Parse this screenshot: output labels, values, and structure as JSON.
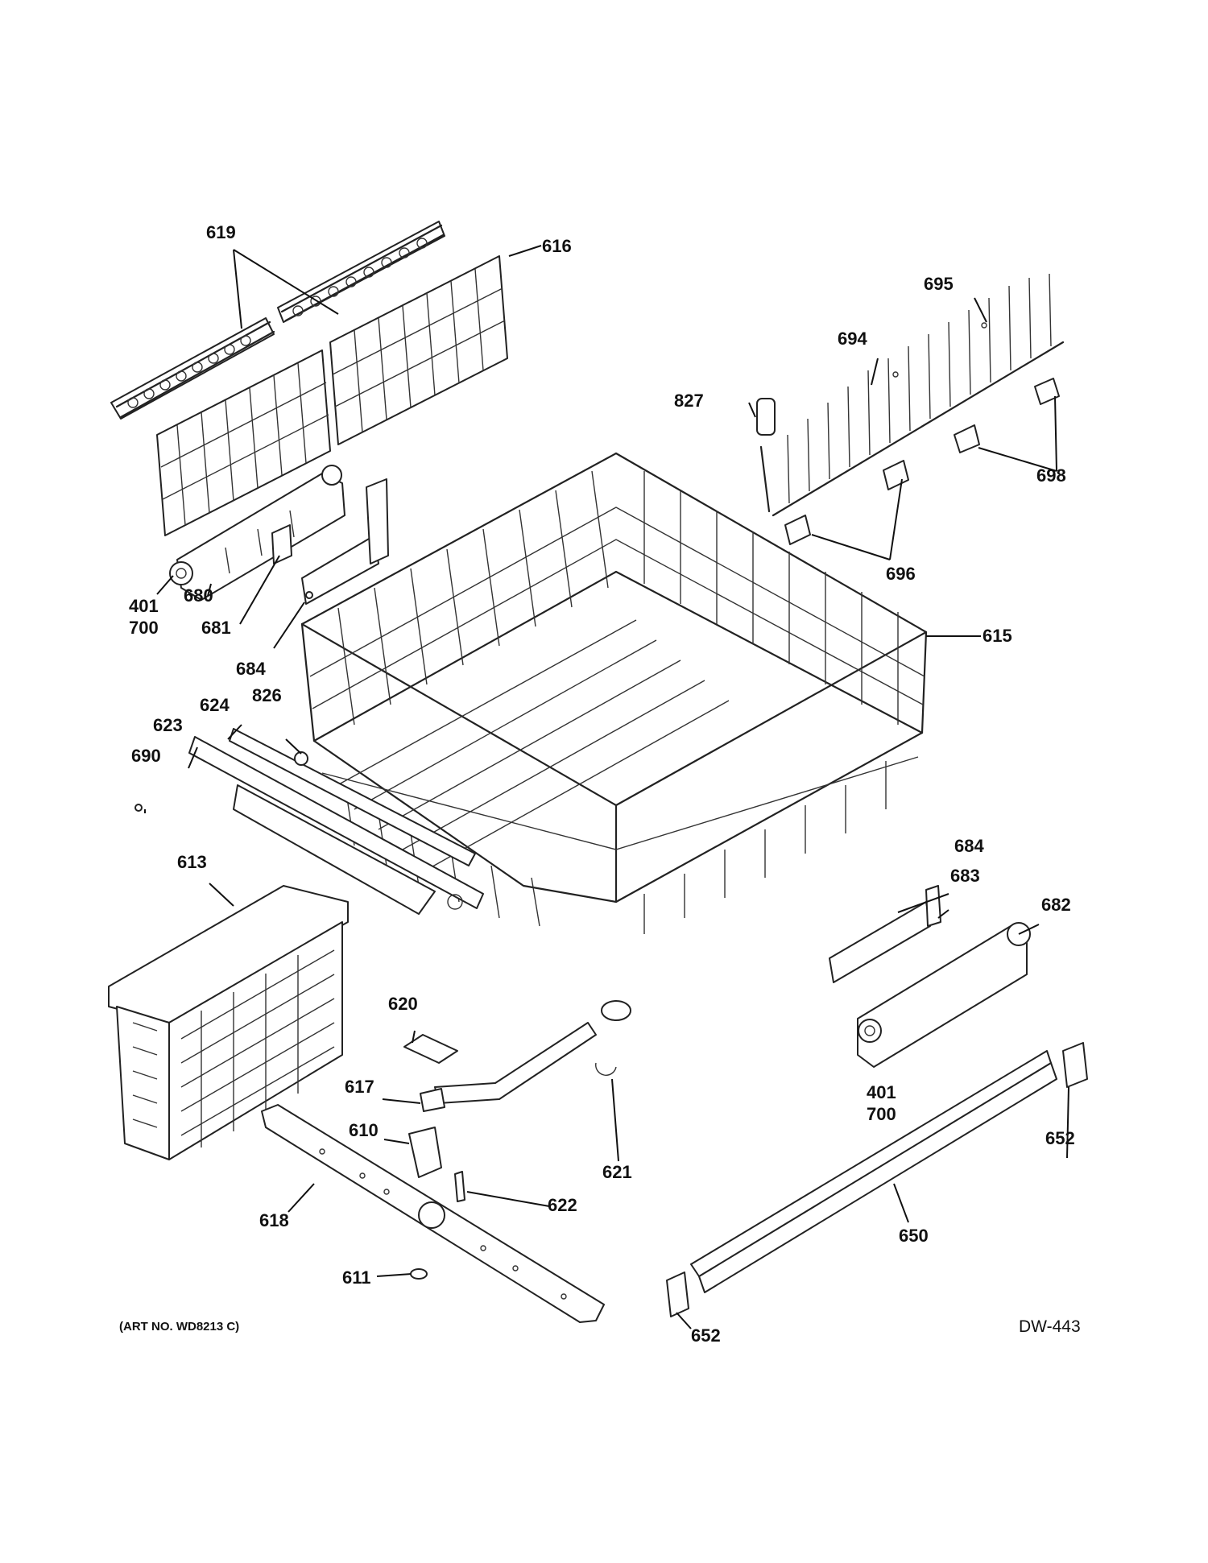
{
  "labels": {
    "p619": "619",
    "p616": "616",
    "p695": "695",
    "p694": "694",
    "p827": "827",
    "p698": "698",
    "p696": "696",
    "p401a": "401",
    "p700a": "700",
    "p680": "680",
    "p681": "681",
    "p684a": "684",
    "p615": "615",
    "p623": "623",
    "p624": "624",
    "p826": "826",
    "p690": "690",
    "p613": "613",
    "p684b": "684",
    "p683": "683",
    "p682": "682",
    "p620": "620",
    "p617": "617",
    "p610": "610",
    "p621": "621",
    "p401b": "401",
    "p700b": "700",
    "p652a": "652",
    "p622": "622",
    "p618": "618",
    "p650": "650",
    "p611": "611",
    "p652b": "652"
  },
  "footer": {
    "art_no": "(ART NO. WD8213 C)",
    "diagram_code": "DW-443"
  }
}
